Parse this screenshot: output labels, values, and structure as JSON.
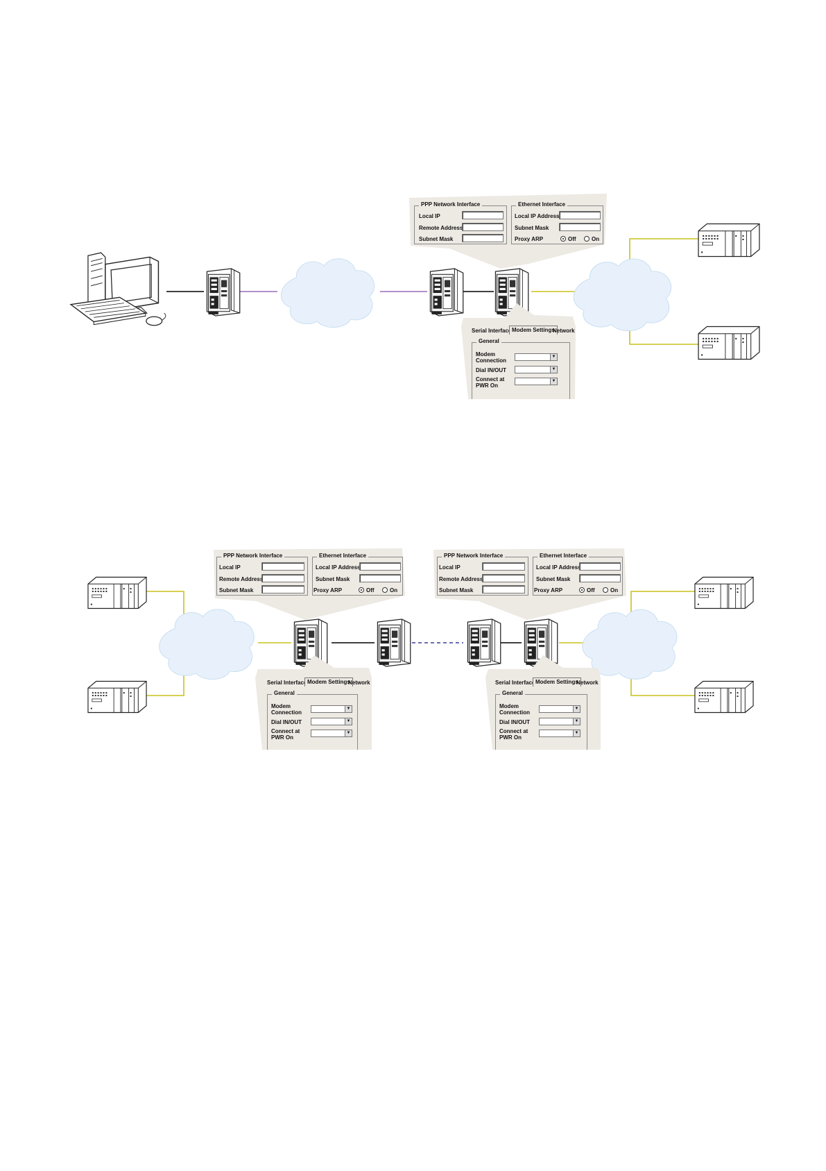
{
  "ppp_panel": {
    "title": "PPP Network Interface",
    "local_ip": "Local IP",
    "remote_address": "Remote Address",
    "subnet_mask": "Subnet Mask"
  },
  "ethernet_panel": {
    "title": "Ethernet Interface",
    "local_ip_address": "Local IP Address",
    "subnet_mask": "Subnet Mask",
    "proxy_arp": "Proxy ARP",
    "off": "Off",
    "on": "On",
    "proxy_arp_selected": "Off"
  },
  "modem_panel": {
    "tabs": [
      "Serial Interface",
      "Modem Settings",
      "Network"
    ],
    "active_tab": "Modem Settings",
    "group_title": "General",
    "modem_connection": "Modem Connection",
    "dial_in_out": "Dial IN/OUT",
    "connect_at_pwr_on": "Connect at PWR On"
  },
  "colors": {
    "panel": "#ede9e3",
    "cloud": "#e8f1fb",
    "ethernet_link": "#c8c21a",
    "ppp_link": "#9a6bb8",
    "serial_link": "#000000",
    "leased_line_link": "#3a3a9a"
  }
}
